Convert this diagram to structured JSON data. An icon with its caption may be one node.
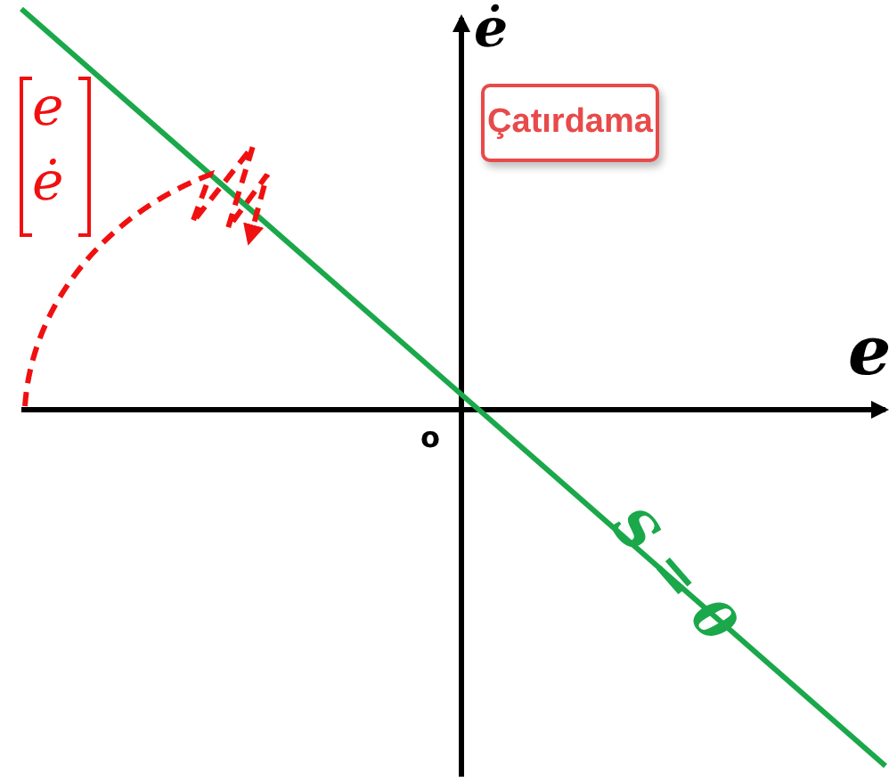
{
  "diagram": {
    "nodes": [
      {
        "text": [
          "Çatırdama"
        ]
      }
    ],
    "labels": [
      "ė",
      "e",
      "ė",
      "e",
      "o",
      "S = 0"
    ]
  }
}
